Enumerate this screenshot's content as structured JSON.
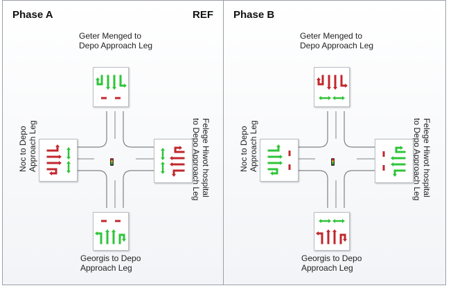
{
  "colors": {
    "go": "#2fc43a",
    "stop": "#c0272d",
    "road": "#7d8288"
  },
  "panels": [
    {
      "title": "Phase A",
      "badge": "REF",
      "legs": {
        "top": "Geter Menged to Depo Approach Leg",
        "bottom": "Georgis to Depo Approach Leg",
        "left": "Noc to Depo Approach Leg",
        "right": "Felege Hiwot hospital to Depo Approach Leg"
      },
      "signals": {
        "top": {
          "movements": "green",
          "pedestrian": "red"
        },
        "bottom": {
          "movements": "green",
          "pedestrian": "red"
        },
        "left": {
          "movements": "red",
          "pedestrian": "green"
        },
        "right": {
          "movements": "red",
          "pedestrian": "green"
        }
      }
    },
    {
      "title": "Phase B",
      "badge": "",
      "legs": {
        "top": "Geter Menged to Depo Approach Leg",
        "bottom": "Georgis to Depo Approach Leg",
        "left": "Noc to Depo Approach Leg",
        "right": "Felege Hiwot hospital to Depo Approach Leg"
      },
      "signals": {
        "top": {
          "movements": "red",
          "pedestrian": "green"
        },
        "bottom": {
          "movements": "red",
          "pedestrian": "green"
        },
        "left": {
          "movements": "green",
          "pedestrian": "red"
        },
        "right": {
          "movements": "green",
          "pedestrian": "red"
        }
      }
    }
  ]
}
